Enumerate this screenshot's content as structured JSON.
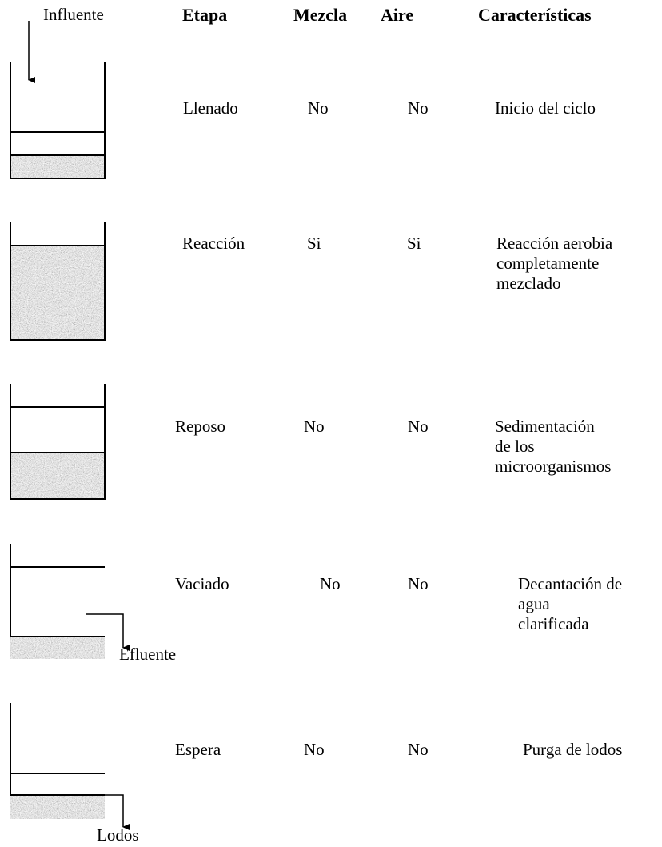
{
  "headers": {
    "etapa": "Etapa",
    "mezcla": "Mezcla",
    "aire": "Aire",
    "caracteristicas": "Características"
  },
  "rows": [
    {
      "etapa": "Llenado",
      "mezcla": "No",
      "aire": "No",
      "caracteristicas": [
        "Inicio del ciclo"
      ]
    },
    {
      "etapa": "Reacción",
      "mezcla": "Si",
      "aire": "Si",
      "caracteristicas": [
        "Reacción aerobia",
        "completamente",
        "mezclado"
      ]
    },
    {
      "etapa": "Reposo",
      "mezcla": "No",
      "aire": "No",
      "caracteristicas": [
        "Sedimentación",
        "de los",
        "microorganismos"
      ]
    },
    {
      "etapa": "Vaciado",
      "mezcla": "No",
      "aire": "No",
      "caracteristicas": [
        "Decantación de",
        "agua",
        "clarificada"
      ]
    },
    {
      "etapa": "Espera",
      "mezcla": "No",
      "aire": "No",
      "caracteristicas": [
        "Purga de lodos"
      ]
    }
  ],
  "labels": {
    "influente": "Influente",
    "efluente": "Efluente",
    "lodos": "Lodos"
  },
  "colors": {
    "sludge": "#b5b5b5",
    "line": "#000000"
  }
}
